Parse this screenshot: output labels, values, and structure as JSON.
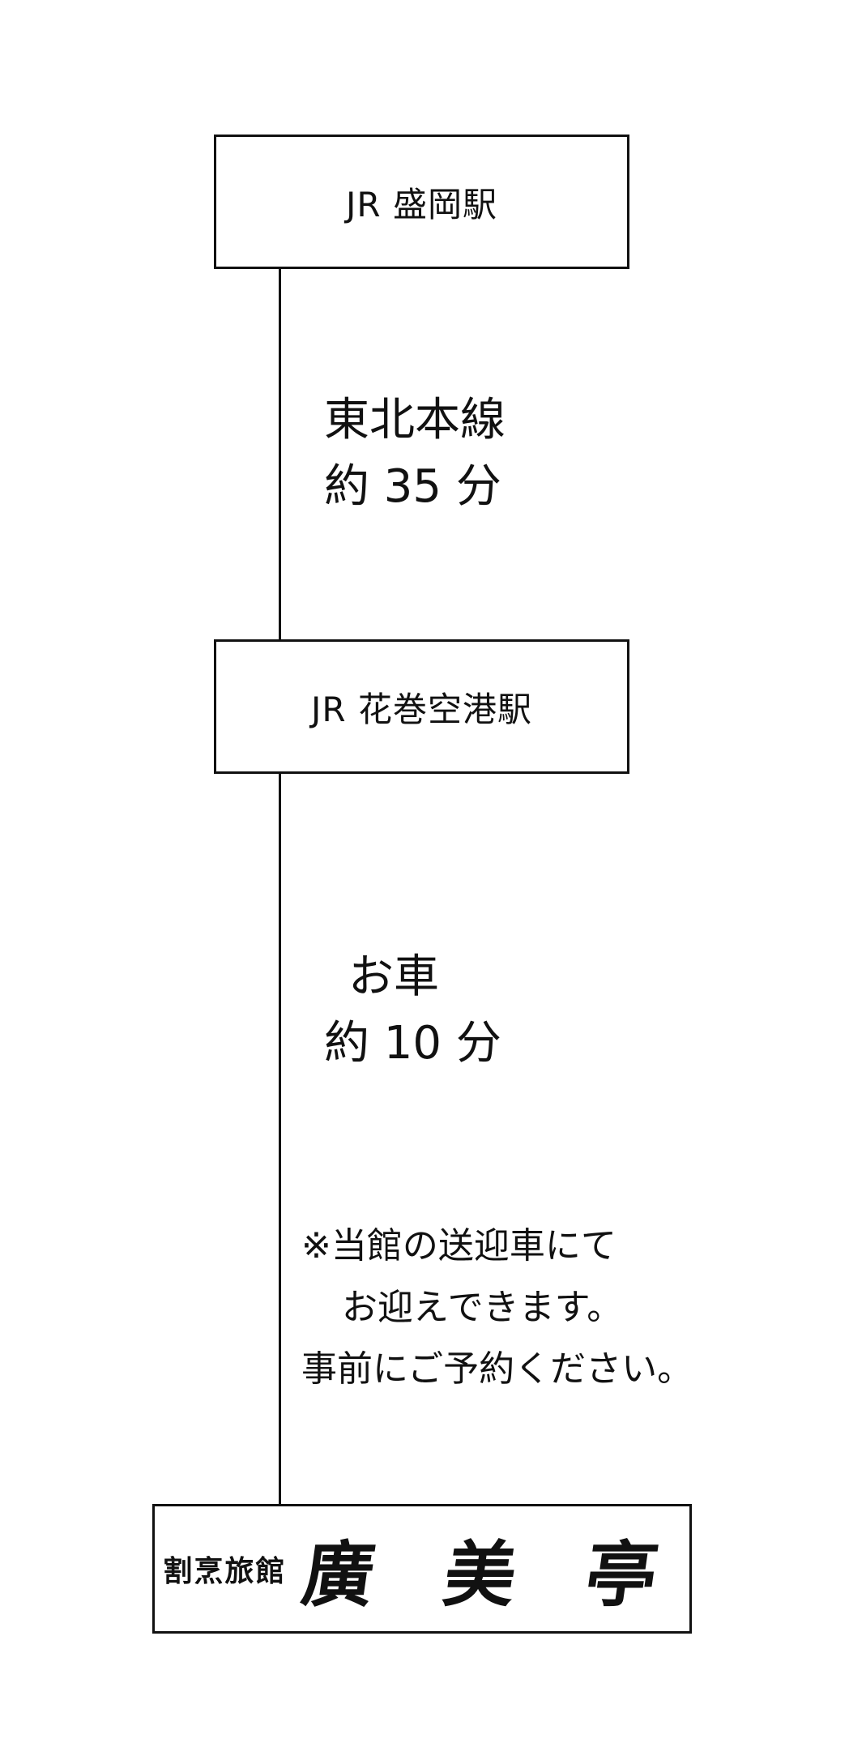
{
  "stations": {
    "origin": "JR 盛岡駅",
    "transfer": "JR 花巻空港駅"
  },
  "legs": {
    "first": {
      "mode": "東北本線",
      "duration": "約 35 分"
    },
    "second": {
      "mode": "お車",
      "duration": "約 10 分"
    }
  },
  "note": {
    "line1": "※当館の送迎車にて",
    "line2": "お迎えできます。",
    "line3": "事前にご予約ください。"
  },
  "destination": {
    "small": "割烹旅館",
    "name": "廣 美 亭"
  }
}
